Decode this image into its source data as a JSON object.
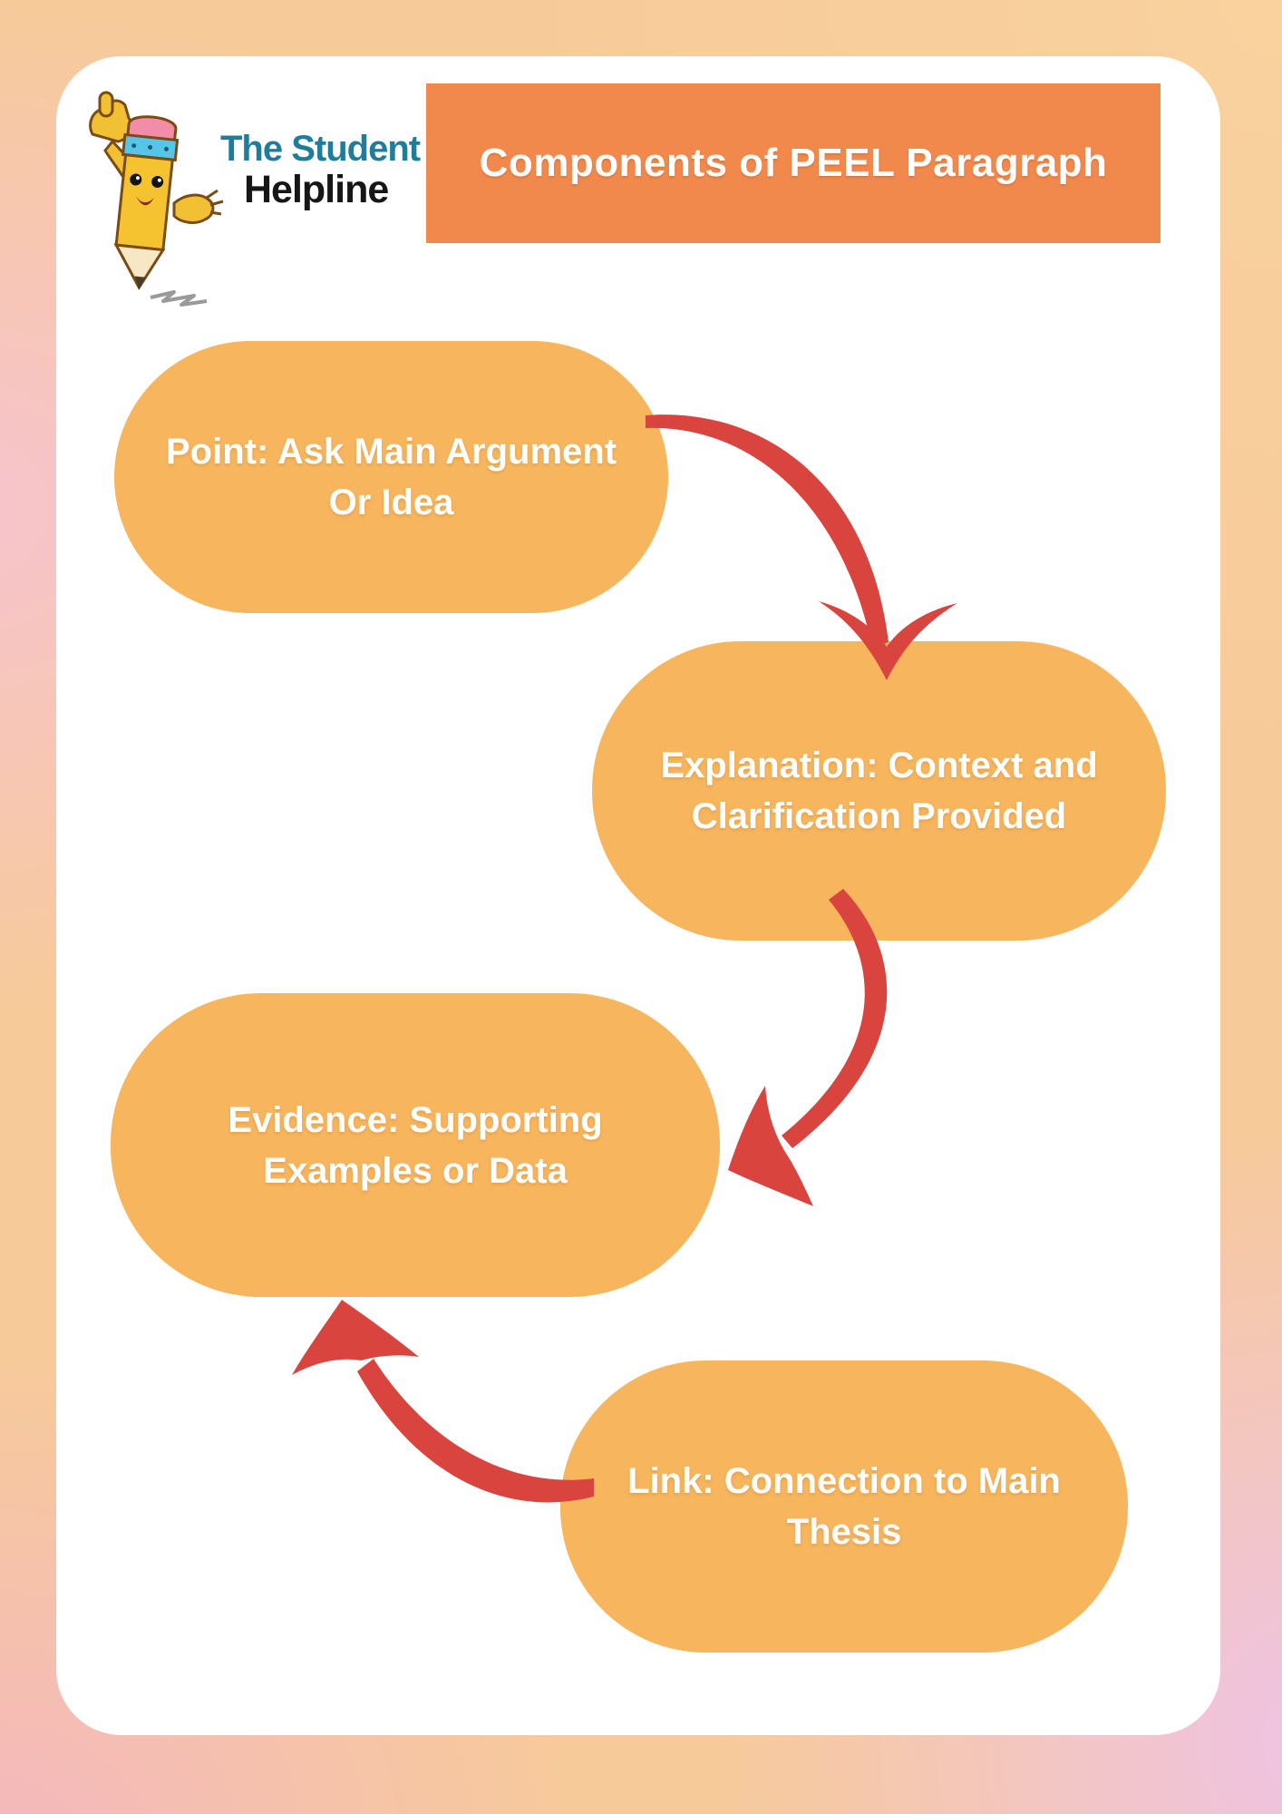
{
  "logo": {
    "name": "The Student Helpline",
    "icon": "pencil-mascot-icon",
    "line1": "The Student",
    "line2": "Helpline"
  },
  "banner": {
    "title": "Components of PEEL Paragraph"
  },
  "bubbles": [
    {
      "id": "point",
      "line1": "Point: Ask Main Argument",
      "line2": "Or Idea"
    },
    {
      "id": "explanation",
      "line1": "Explanation: Context and",
      "line2": "Clarification Provided"
    },
    {
      "id": "evidence",
      "line1": "Evidence: Supporting",
      "line2": "Examples or Data"
    },
    {
      "id": "link",
      "line1": "Link: Connection to Main",
      "line2": "Thesis"
    }
  ],
  "arrows": [
    {
      "from": "point",
      "to": "explanation"
    },
    {
      "from": "explanation",
      "to": "evidence"
    },
    {
      "from": "link",
      "to": "evidence"
    }
  ],
  "colors": {
    "bubble": "#F7B55E",
    "banner": "#F1894D",
    "arrow": "#D9453E",
    "card": "#FFFFFF",
    "logo_teal": "#1F7D9B",
    "logo_black": "#161616"
  }
}
